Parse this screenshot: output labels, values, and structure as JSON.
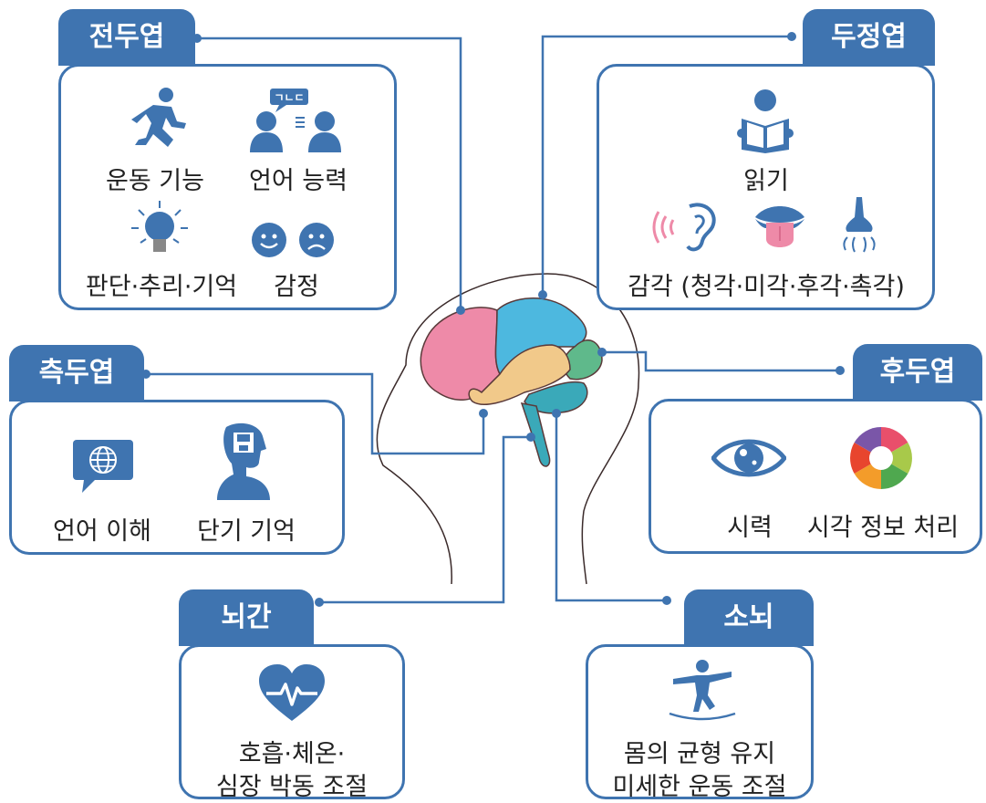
{
  "colors": {
    "accent": "#3f74b0",
    "frontal": "#ee8aa8",
    "parietal": "#4db8df",
    "temporal": "#f1c98a",
    "occipital": "#5fb98b",
    "cerebellum": "#3aa9b9",
    "brainstem": "#3aa9b9",
    "pink_icon": "#ee8aa8"
  },
  "frontal": {
    "title": "전두엽",
    "items": [
      "운동 기능",
      "언어 능력",
      "판단·추리·기억",
      "감정"
    ],
    "speech_bubble": "ㄱㄴㄷ"
  },
  "parietal": {
    "title": "두정엽",
    "items": [
      "읽기",
      "감각 (청각·미각·후각·촉각)"
    ]
  },
  "temporal": {
    "title": "측두엽",
    "items": [
      "언어 이해",
      "단기 기억"
    ]
  },
  "occipital": {
    "title": "후두엽",
    "items": [
      "시력",
      "시각 정보 처리"
    ]
  },
  "brainstem": {
    "title": "뇌간",
    "lines": [
      "호흡·체온·",
      "심장 박동 조절"
    ]
  },
  "cerebellum": {
    "title": "소뇌",
    "lines": [
      "몸의 균형 유지",
      "미세한 운동 조절"
    ]
  }
}
